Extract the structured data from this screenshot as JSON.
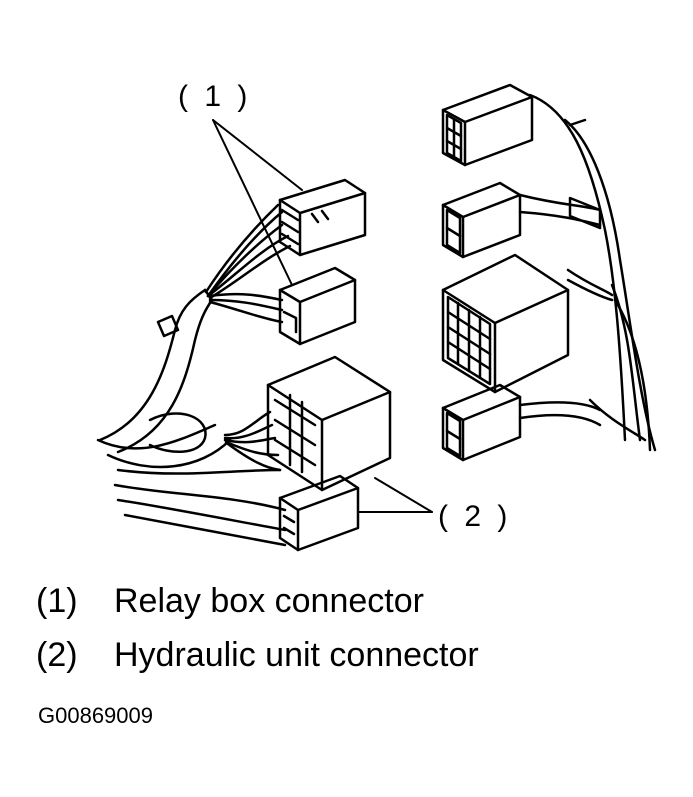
{
  "callouts": {
    "c1": "( 1 )",
    "c2": "( 2 )"
  },
  "legend": [
    {
      "num": "(1)",
      "text": "Relay box connector"
    },
    {
      "num": "(2)",
      "text": "Hydraulic unit connector"
    }
  ],
  "figure_id": "G00869009"
}
